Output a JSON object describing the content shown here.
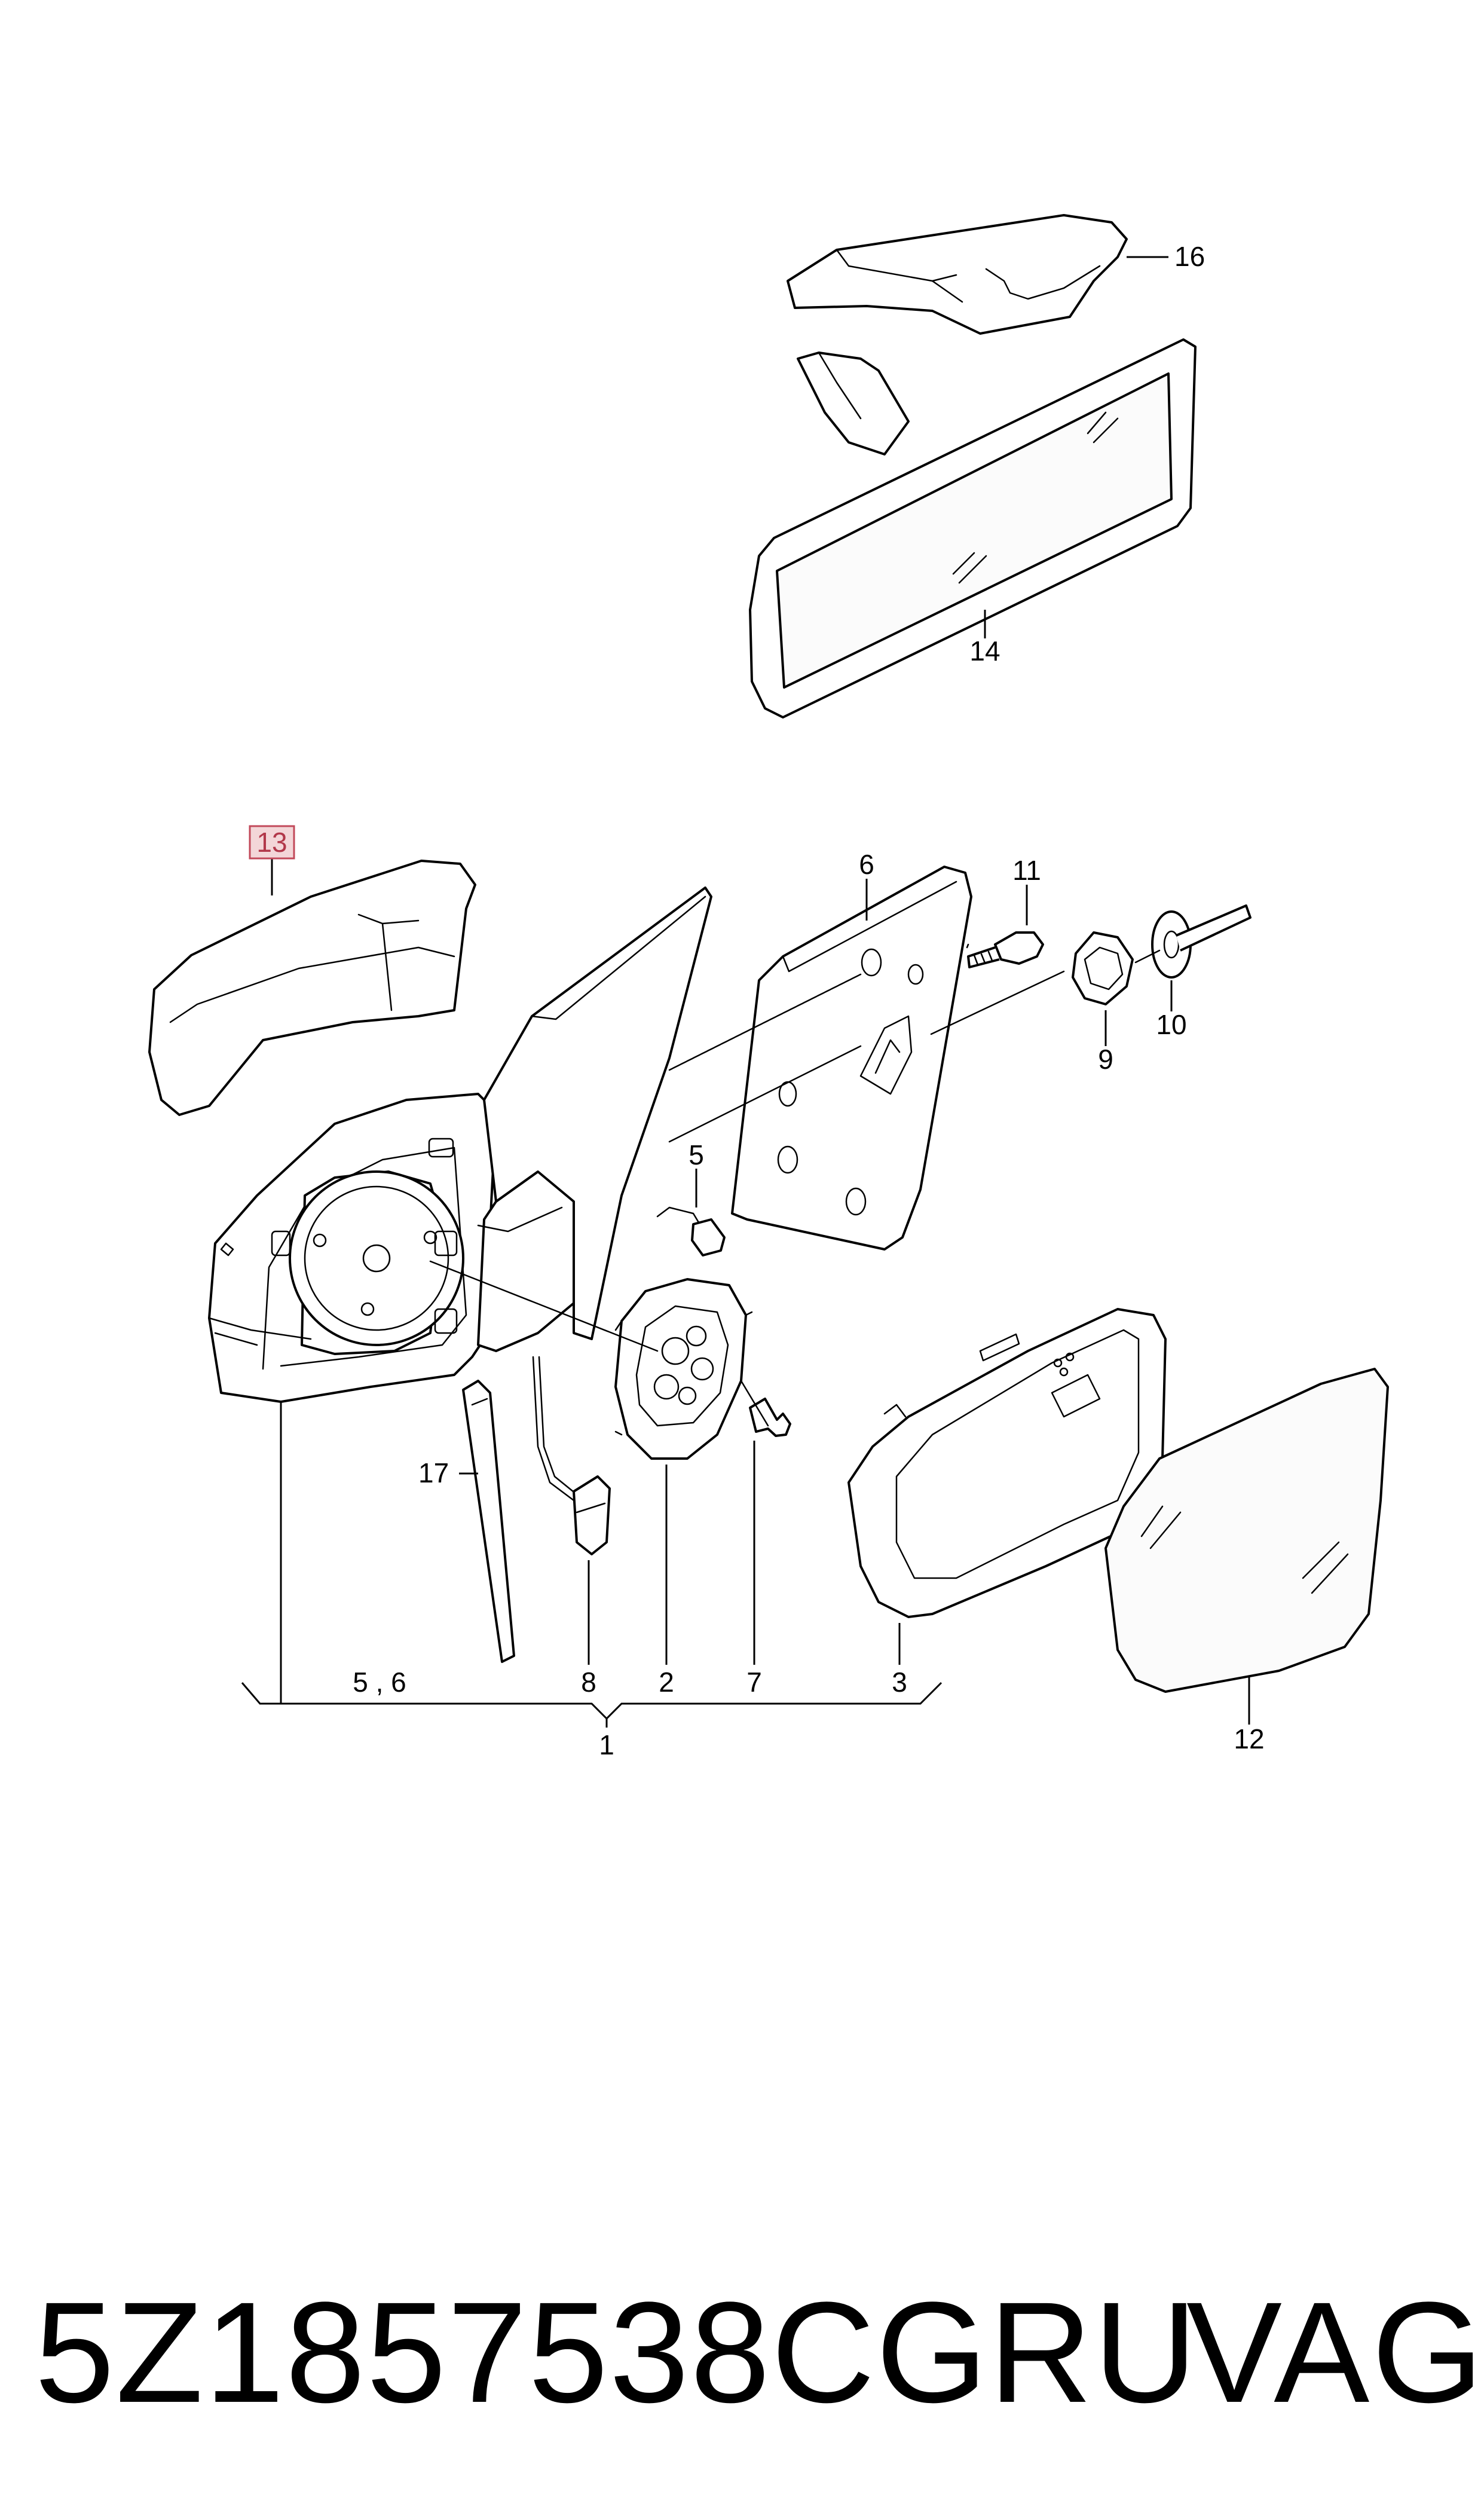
{
  "diagram": {
    "labels": {
      "l1": "1",
      "l2": "2",
      "l3": "3",
      "l5a": "5",
      "l56": "5 , 6",
      "l6": "6",
      "l7": "7",
      "l8": "8",
      "l9": "9",
      "l10": "10",
      "l11": "11",
      "l12": "12",
      "l14": "14",
      "l16": "16",
      "l17": "17"
    },
    "highlighted_label": "13",
    "highlight_color": "#c2495a"
  },
  "footer": {
    "part_number": "5Z1857538CGRU",
    "brand": "VAG"
  }
}
